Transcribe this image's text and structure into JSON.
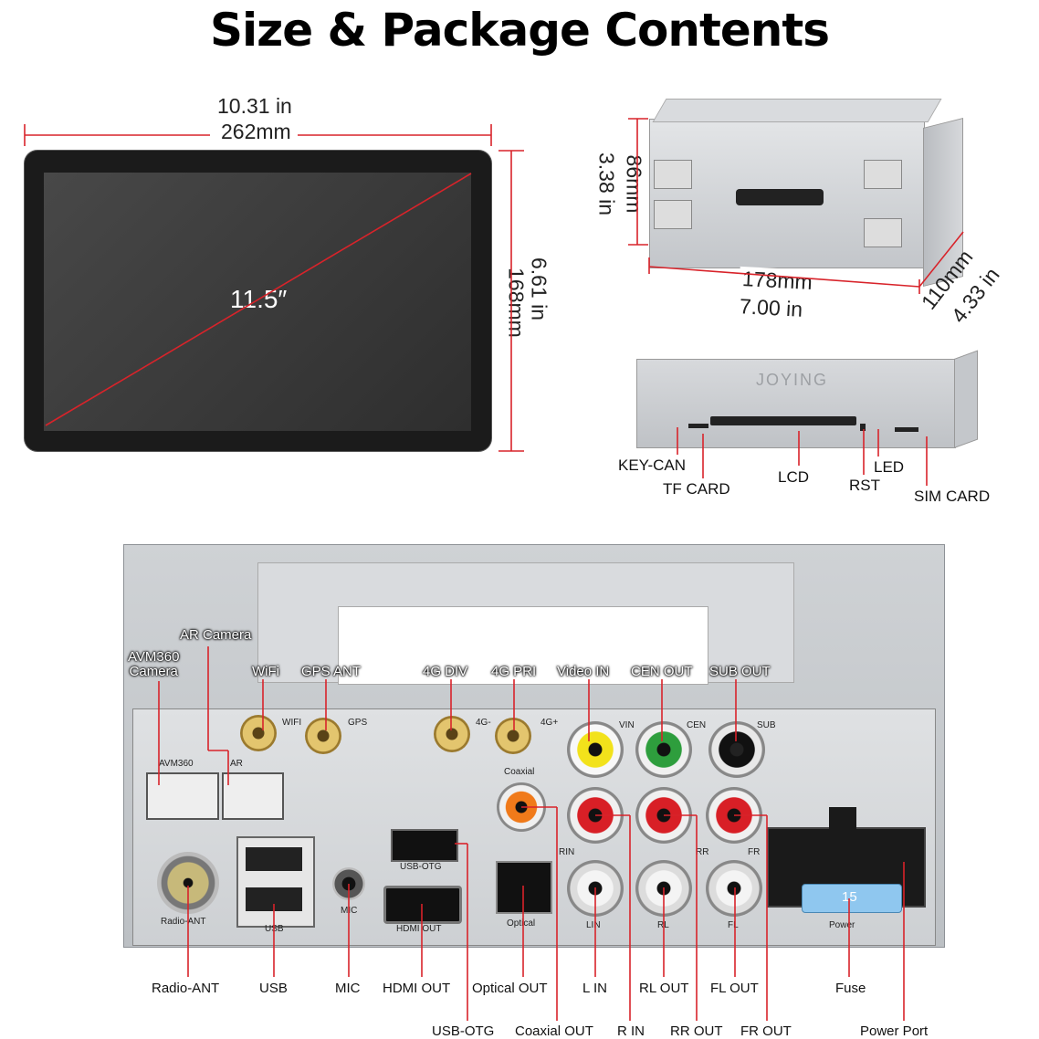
{
  "title": "Size & Package Contents",
  "screen": {
    "width_in": "10.31 in",
    "width_mm": "262mm",
    "height_in": "6.61 in",
    "height_mm": "168mm",
    "diagonal": "11.5″"
  },
  "chassis": {
    "height_mm": "86mm",
    "height_in": "3.38 in",
    "width_mm": "178mm",
    "width_in": "7.00 in",
    "depth_mm": "110mm",
    "depth_in": "4.33 in"
  },
  "front_labels": {
    "key_can": "KEY-CAN",
    "tf_card": "TF CARD",
    "lcd": "LCD",
    "rst": "RST",
    "led": "LED",
    "sim_card": "SIM CARD",
    "brand": "JOYING"
  },
  "rear_top_labels": {
    "ar_camera": "AR Camera",
    "avm360_camera": "AVM360\nCamera",
    "wifi": "WiFi",
    "gps_ant": "GPS ANT",
    "div_4g": "4G DIV",
    "pri_4g": "4G PRI",
    "video_in": "Video IN",
    "cen_out": "CEN OUT",
    "sub_out": "SUB OUT"
  },
  "panel_silk": {
    "wifi": "WIFI",
    "gps": "GPS",
    "g4_minus": "4G-",
    "g4_plus": "4G+",
    "vin": "VIN",
    "cen": "CEN",
    "sub": "SUB",
    "avm360": "AVM360",
    "ar": "AR",
    "coaxial": "Coaxial",
    "rin": "RIN",
    "rr": "RR",
    "fr": "FR",
    "usb_otg": "USB-OTG",
    "radio_ant": "Radio-ANT",
    "usb": "USB",
    "mic": "MIC",
    "hdmi_out": "HDMI  OUT",
    "optical": "Optical",
    "lin": "LIN",
    "rl": "RL",
    "fl": "FL",
    "power": "Power",
    "fuse_rating": "15"
  },
  "bottom_labels_row1": {
    "radio_ant": "Radio-ANT",
    "usb": "USB",
    "mic": "MIC",
    "hdmi_out": "HDMI OUT",
    "optical_out": "Optical OUT",
    "l_in": "L IN",
    "rl_out": "RL OUT",
    "fl_out": "FL OUT",
    "fuse": "Fuse"
  },
  "bottom_labels_row2": {
    "usb_otg": "USB-OTG",
    "coaxial_out": "Coaxial OUT",
    "r_in": "R IN",
    "rr_out": "RR OUT",
    "fr_out": "FR OUT",
    "power_port": "Power Port"
  },
  "colors": {
    "callout_line": "#d8232a",
    "screen_bezel": "#1b1b1b",
    "screen_glass": "#3a3a3a",
    "metal": "#c9ccd0",
    "metal_dark": "#9a9ea3",
    "panel": "#d7d9dc",
    "gold": "#c9a24a",
    "rca_yellow": "#f2e21b",
    "rca_green": "#2e9e3d",
    "rca_black": "#111111",
    "rca_orange": "#f07a1a",
    "rca_red": "#d81f26",
    "rca_white": "#f4f4f4",
    "fuse_blue": "#8fc7ef"
  }
}
